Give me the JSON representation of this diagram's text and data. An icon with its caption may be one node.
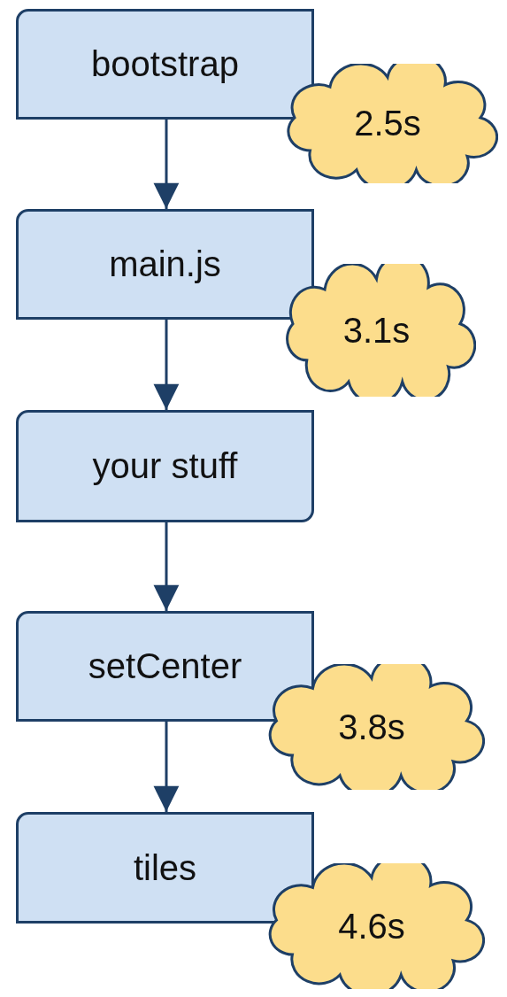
{
  "diagram": {
    "nodes": [
      {
        "text": [
          "bootstrap"
        ]
      },
      {
        "text": [
          "2.5s"
        ]
      },
      {
        "text": [
          "main.js"
        ]
      },
      {
        "text": [
          "3.1s"
        ]
      },
      {
        "text": [
          "your stuff"
        ]
      },
      {
        "text": [
          "setCenter"
        ]
      },
      {
        "text": [
          "3.8s"
        ]
      },
      {
        "text": [
          "tiles"
        ]
      },
      {
        "text": [
          "4.6s"
        ]
      }
    ],
    "edges": [
      {
        "from": 0,
        "to": 2,
        "arrow": "to"
      },
      {
        "from": 2,
        "to": 4,
        "arrow": "to"
      },
      {
        "from": 4,
        "to": 5,
        "arrow": "to"
      },
      {
        "from": 5,
        "to": 7,
        "arrow": "to"
      }
    ]
  }
}
